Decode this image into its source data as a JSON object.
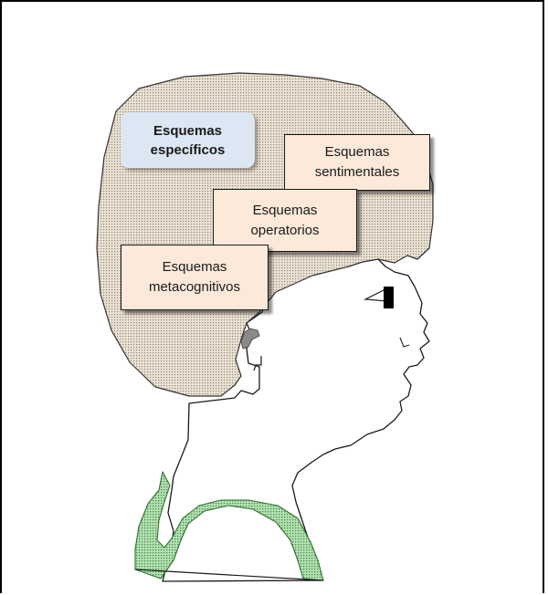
{
  "schemas": {
    "especificos": {
      "line1": "Esquemas",
      "line2": "específicos"
    },
    "sentimentales": {
      "line1": "Esquemas",
      "line2": "sentimentales"
    },
    "operatorios": {
      "line1": "Esquemas",
      "line2": "operatorios"
    },
    "metacognitivos": {
      "line1": "Esquemas",
      "line2": "metacognitivos"
    }
  },
  "colors": {
    "hair_fill": "#e8dccb",
    "hair_dots": "#9a8f82",
    "neck_band": "#9bd39b",
    "box_fill": "#fde9d9",
    "bubble_fill": "#dde7f3",
    "eye": "#000000"
  }
}
